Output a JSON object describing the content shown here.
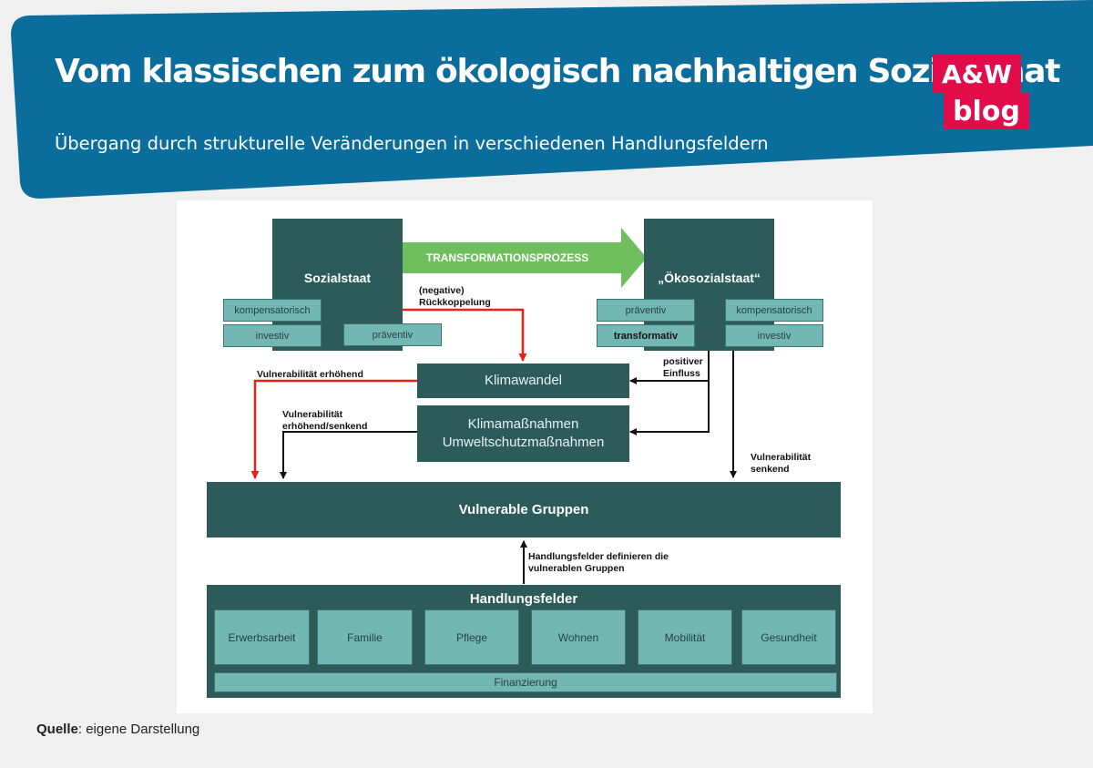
{
  "header": {
    "title": "Vom klassischen zum ökologisch nachhaltigen Sozialstaat",
    "subtitle": "Übergang durch strukturelle Veränderungen in verschiedenen Handlungsfeldern",
    "banner_color": "#0b6d9b"
  },
  "logo": {
    "top": "A&W",
    "bottom": "blog",
    "color": "#e30c4b"
  },
  "diagram": {
    "sozialstaat": {
      "title": "Sozialstaat",
      "items": [
        "kompensatorisch",
        "investiv",
        "präventiv"
      ]
    },
    "transformation_label": "TRANSFORMATIONSPROZESS",
    "oekosozialstaat": {
      "title": "„Ökosozialstaat“",
      "items": [
        "präventiv",
        "kompensatorisch",
        "transformativ",
        "investiv"
      ]
    },
    "negative_feedback": [
      "(negative)",
      "Rückkoppelung"
    ],
    "positive_influence": [
      "positiver",
      "Einfluss"
    ],
    "klimawandel": "Klimawandel",
    "klimamassnahmen": [
      "Klimamaßnahmen",
      "Umweltschutzmaßnahmen"
    ],
    "vuln_increasing": "Vulnerabilität erhöhend",
    "vuln_mixed": [
      "Vulnerabilität",
      "erhöhend/senkend"
    ],
    "vuln_decreasing": [
      "Vulnerabilität",
      "senkend"
    ],
    "vulnerable_groups": "Vulnerable Gruppen",
    "define_note": [
      "Handlungsfelder definieren die",
      "vulnerablen Gruppen"
    ],
    "handlungsfelder": {
      "title": "Handlungsfelder",
      "fields": [
        "Erwerbsarbeit",
        "Familie",
        "Pflege",
        "Wohnen",
        "Mobilität",
        "Gesundheit"
      ],
      "financing": "Finanzierung"
    },
    "colors": {
      "dark_teal": "#2c5b5a",
      "light_teal": "#72b7b4",
      "arrow_green": "#6fbf5f",
      "red": "#e8221b"
    }
  },
  "source": {
    "label": "Quelle",
    "text": ": eigene Darstellung"
  }
}
